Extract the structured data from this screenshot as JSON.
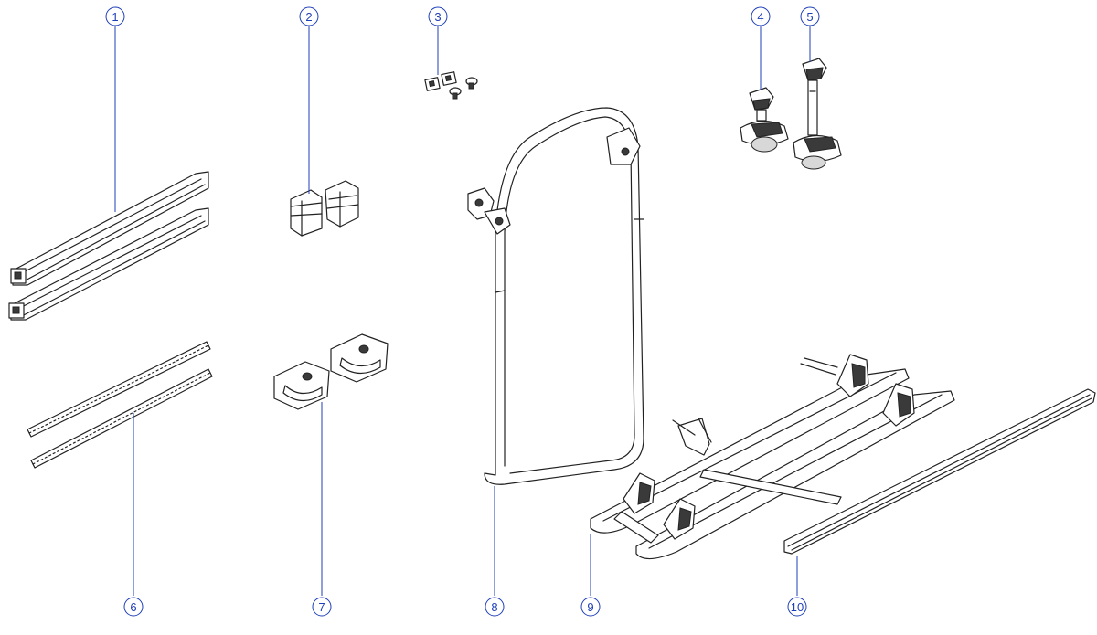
{
  "diagram": {
    "callouts": [
      {
        "id": "1",
        "label": "1"
      },
      {
        "id": "2",
        "label": "2"
      },
      {
        "id": "3",
        "label": "3"
      },
      {
        "id": "4",
        "label": "4"
      },
      {
        "id": "5",
        "label": "5"
      },
      {
        "id": "6",
        "label": "6"
      },
      {
        "id": "7",
        "label": "7"
      },
      {
        "id": "8",
        "label": "8"
      },
      {
        "id": "9",
        "label": "9"
      },
      {
        "id": "10",
        "label": "10"
      }
    ],
    "colors": {
      "callout": "#1f3fb8",
      "linework": "#222222",
      "background": "#ffffff"
    }
  }
}
